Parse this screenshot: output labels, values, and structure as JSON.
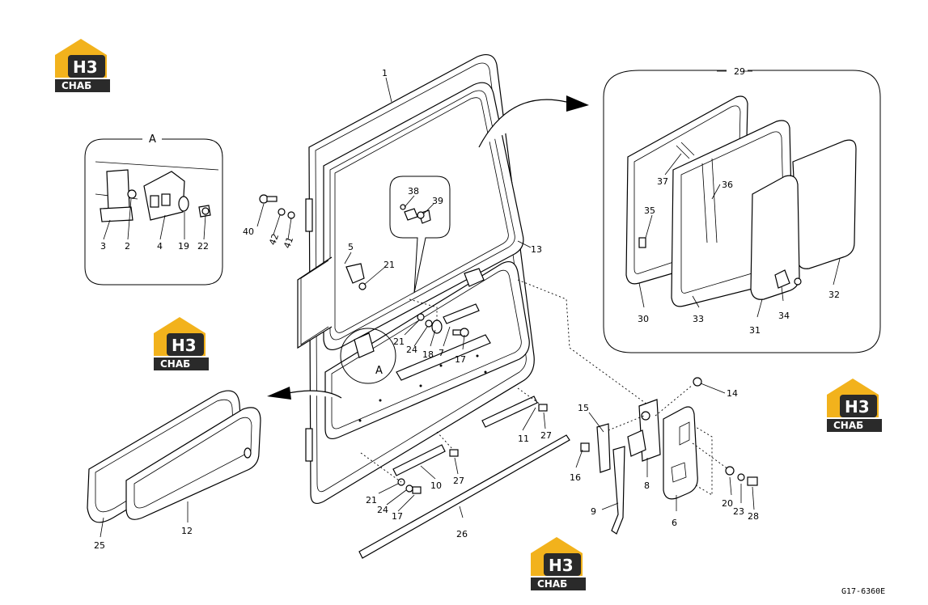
{
  "drawing_code": "G17-6360E",
  "detail_label": "A",
  "callout_A": "A",
  "logo": {
    "text_top": "H3",
    "text_bottom": "CHAБ",
    "color_gold": "#f2b21c",
    "color_dark": "#2a2a2a"
  },
  "part_numbers": {
    "p1": "1",
    "p2": "2",
    "p3": "3",
    "p4": "4",
    "p5": "5",
    "p6": "6",
    "p7": "7",
    "p8": "8",
    "p9": "9",
    "p10": "10",
    "p11": "11",
    "p12": "12",
    "p13": "13",
    "p14": "14",
    "p15": "15",
    "p16": "16",
    "p17a": "17",
    "p17b": "17",
    "p18": "18",
    "p19": "19",
    "p20": "20",
    "p21a": "21",
    "p21b": "21",
    "p21c": "21",
    "p22": "22",
    "p23": "23",
    "p24a": "24",
    "p24b": "24",
    "p25": "25",
    "p26": "26",
    "p27a": "27",
    "p27b": "27",
    "p28": "28",
    "p29": "29",
    "p30": "30",
    "p31": "31",
    "p32": "32",
    "p33": "33",
    "p34": "34",
    "p35": "35",
    "p36": "36",
    "p37": "37",
    "p38": "38",
    "p39": "39",
    "p40": "40",
    "p41": "41",
    "p42": "42"
  }
}
